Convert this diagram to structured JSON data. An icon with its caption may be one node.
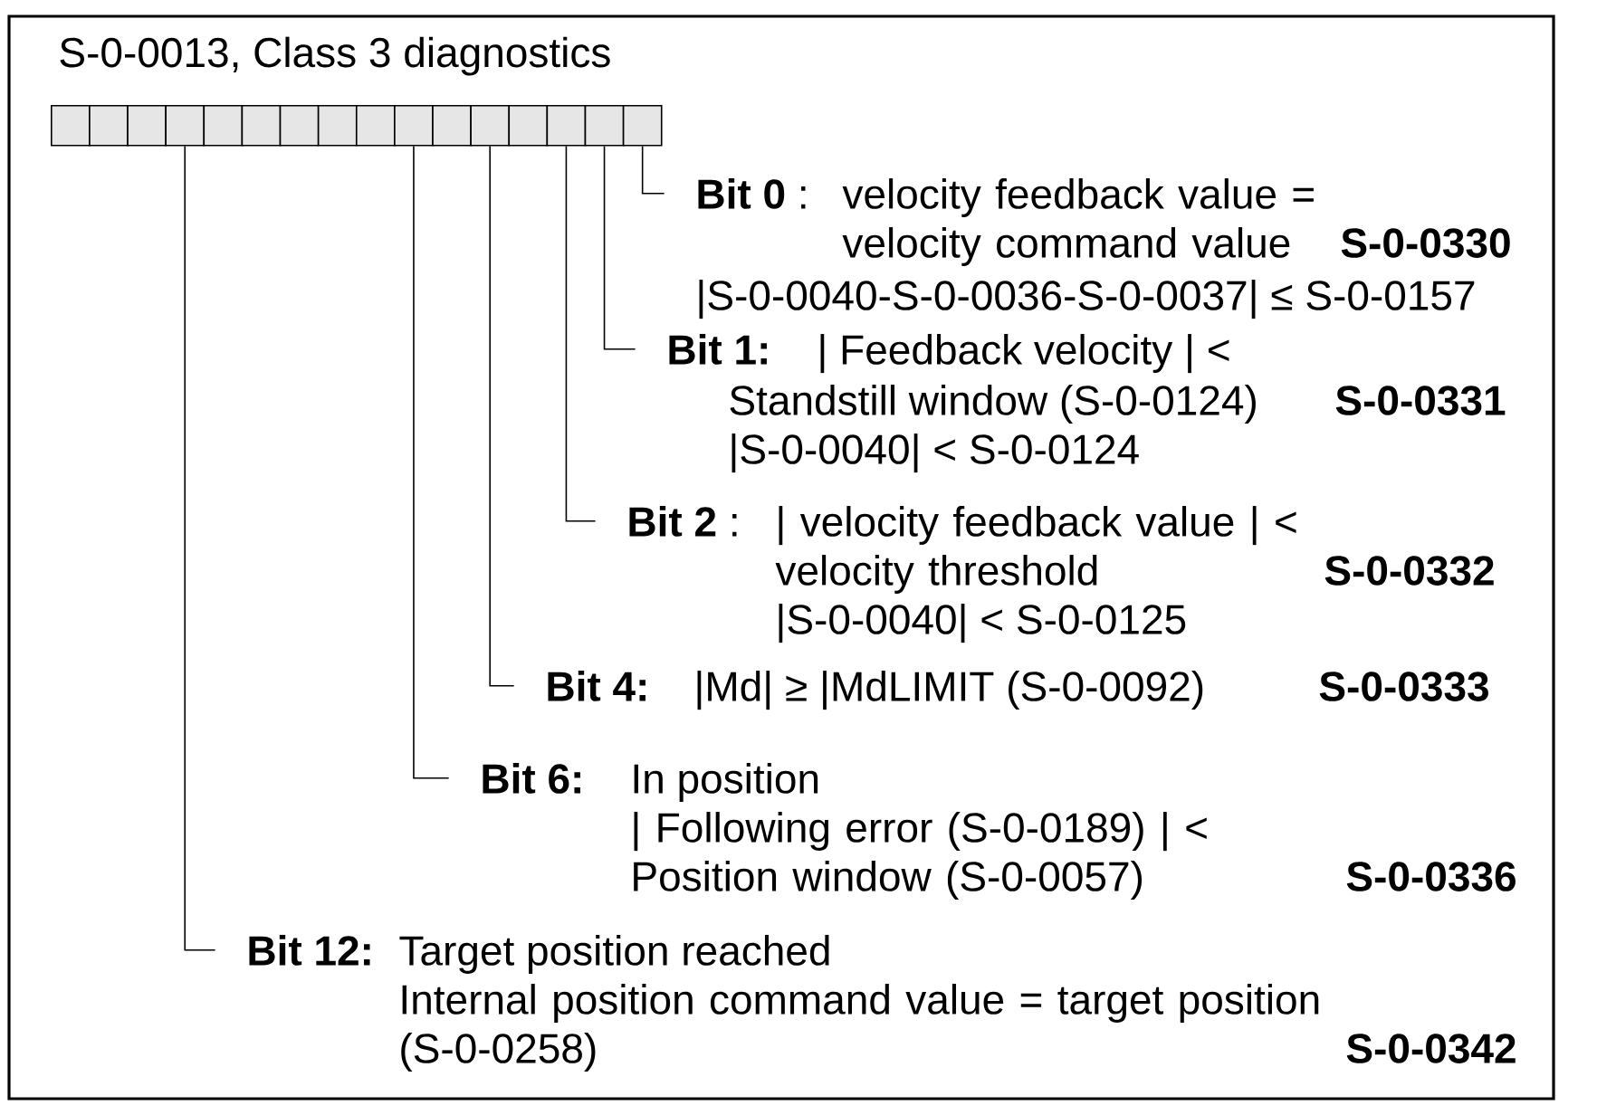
{
  "diagram": {
    "title": "S-0-0013, Class 3 diagnostics",
    "nodes": [
      {
        "text": [],
        "shape": "box"
      },
      {
        "text": [],
        "shape": "box"
      },
      {
        "text": [],
        "shape": "box"
      },
      {
        "text": [],
        "shape": "box"
      },
      {
        "text": [],
        "shape": "box"
      },
      {
        "text": [],
        "shape": "box"
      },
      {
        "text": [],
        "shape": "box"
      },
      {
        "text": [],
        "shape": "box"
      },
      {
        "text": [],
        "shape": "box"
      },
      {
        "text": [],
        "shape": "box"
      },
      {
        "text": [],
        "shape": "box"
      },
      {
        "text": [],
        "shape": "box"
      },
      {
        "text": [],
        "shape": "box"
      },
      {
        "text": [],
        "shape": "box"
      },
      {
        "text": [],
        "shape": "box"
      },
      {
        "text": [],
        "shape": "box"
      },
      {
        "text": [
          "**Bit 0** :",
          "velocity feedback value = velocity command value",
          "S-0-0330",
          "|S-0-0040-S-0-0036-S-0-0037| ≤ S-0-0157"
        ]
      },
      {
        "text": [
          "Bit 1:",
          "| Feedback velocity | <",
          "Standstill window (S-0-0124)",
          "S-0-0331",
          "|S-0-0040| < S-0-0124"
        ]
      },
      {
        "text": [
          "**Bit 2** :",
          "| velocity feedback value | < velocity threshold",
          "S-0-0332",
          "|S-0-0040| < S-0-0125"
        ]
      },
      {
        "text": [
          "Bit 4:",
          "|Md| ≥ |MdLIMIT (S-0-0092)",
          "S-0-0333"
        ]
      },
      {
        "text": [
          "Bit 6:",
          "In position",
          "| Following error (S-0-0189) | < Position window (S-0-0057)",
          "S-0-0336"
        ]
      },
      {
        "text": [
          "Bit 12:",
          "Target position reached",
          "Internal position command value = target position (S-0-0258)",
          "S-0-0342"
        ]
      }
    ],
    "edges": [
      {
        "from": 15,
        "to": 16,
        "arrow": "none"
      },
      {
        "from": 14,
        "to": 17,
        "arrow": "none"
      },
      {
        "from": 13,
        "to": 18,
        "arrow": "none"
      },
      {
        "from": 11,
        "to": 19,
        "arrow": "none"
      },
      {
        "from": 9,
        "to": 20,
        "arrow": "none"
      },
      {
        "from": 3,
        "to": 21,
        "arrow": "none"
      }
    ]
  }
}
